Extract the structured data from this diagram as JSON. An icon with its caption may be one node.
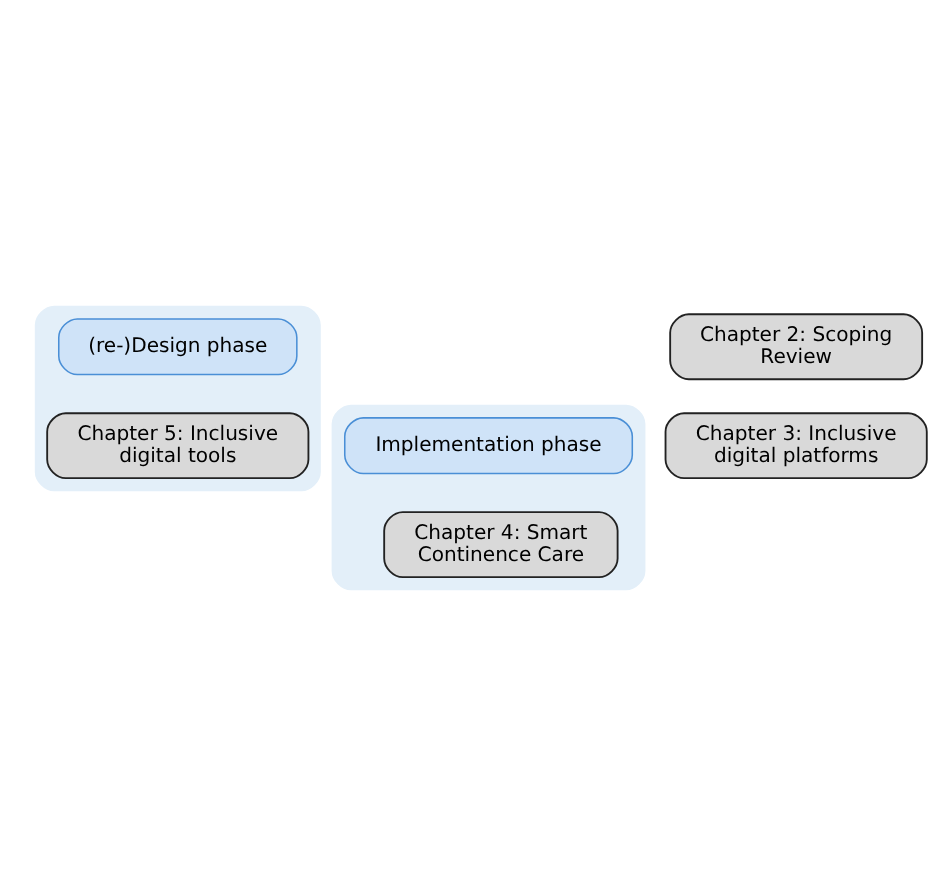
{
  "diagram": {
    "nodes": [
      {
        "text": [],
        "shape": "box"
      },
      {
        "text": [],
        "shape": "box"
      },
      {
        "text": [
          "(re-)Design phase"
        ],
        "in": 0
      },
      {
        "text": [
          "Implementation phase"
        ],
        "in": 1
      },
      {
        "text": [
          "Chapter 2: Scoping Review"
        ]
      },
      {
        "text": [
          "Chapter 3: Inclusive digital platforms"
        ]
      },
      {
        "text": [
          "Chapter 4: Smart Continence Care"
        ],
        "in": 1
      },
      {
        "text": [
          "Chapter 5: Inclusive digital tools"
        ],
        "in": 0
      }
    ],
    "edges": []
  }
}
